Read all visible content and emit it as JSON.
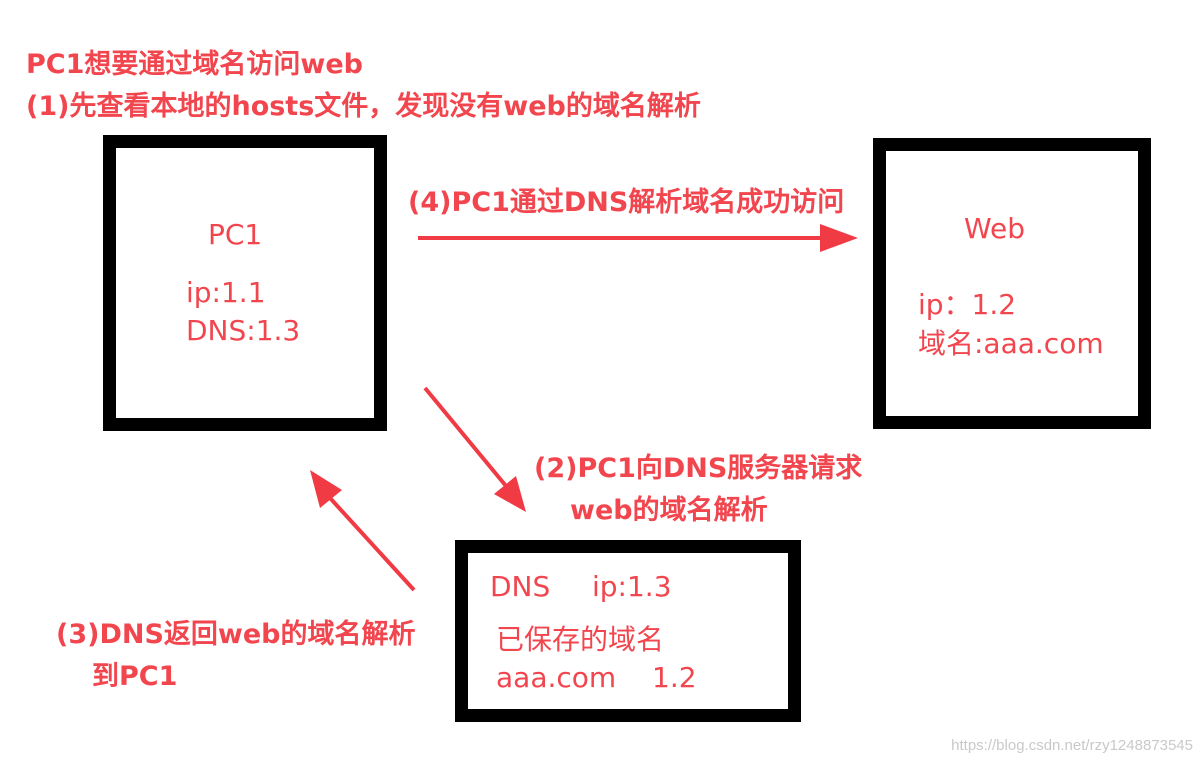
{
  "intro": {
    "line1": "PC1想要通过域名访问web",
    "line2": "(1)先查看本地的hosts文件，发现没有web的域名解析"
  },
  "pc1": {
    "title": "PC1",
    "ip": "ip:1.1",
    "dns": "DNS:1.3"
  },
  "web": {
    "title": "Web",
    "ip": "ip：1.2",
    "domain": "域名:aaa.com"
  },
  "dns_server": {
    "title": "DNS",
    "ip": "ip:1.3",
    "saved": "已保存的域名",
    "record_domain": "aaa.com",
    "record_ip": "1.2"
  },
  "steps": {
    "step2_line1": "(2)PC1向DNS服务器请求",
    "step2_line2": "web的域名解析",
    "step3_line1": "(3)DNS返回web的域名解析",
    "step3_line2": "到PC1",
    "step4": "(4)PC1通过DNS解析域名成功访问"
  },
  "watermark": "https://blog.csdn.net/rzy1248873545",
  "colors": {
    "annotation": "#f2464f",
    "arrow": "#f03a44",
    "box_border": "#000000"
  }
}
